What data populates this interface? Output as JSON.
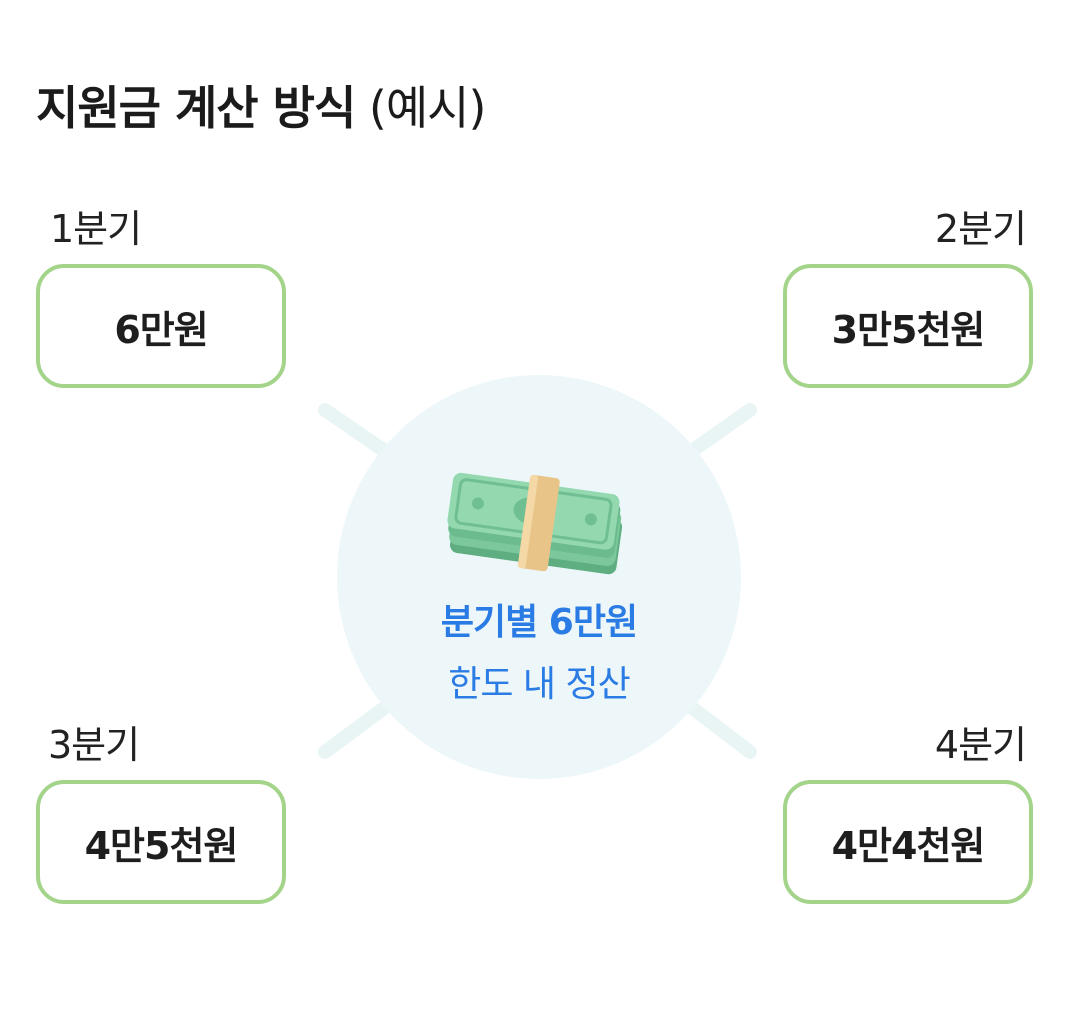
{
  "title": {
    "main": "지원금 계산 방식",
    "sub": "(예시)"
  },
  "center": {
    "icon": "money-stack-icon",
    "line1": "분기별 6만원",
    "line2": "한도 내 정산",
    "accent_color": "#2a7be4",
    "circle_color": "#edf7f9"
  },
  "quarters": [
    {
      "label": "1분기",
      "amount": "6만원"
    },
    {
      "label": "2분기",
      "amount": "3만5천원"
    },
    {
      "label": "3분기",
      "amount": "4만5천원"
    },
    {
      "label": "4분기",
      "amount": "4만4천원"
    }
  ],
  "box_border_color": "#a3d48a"
}
